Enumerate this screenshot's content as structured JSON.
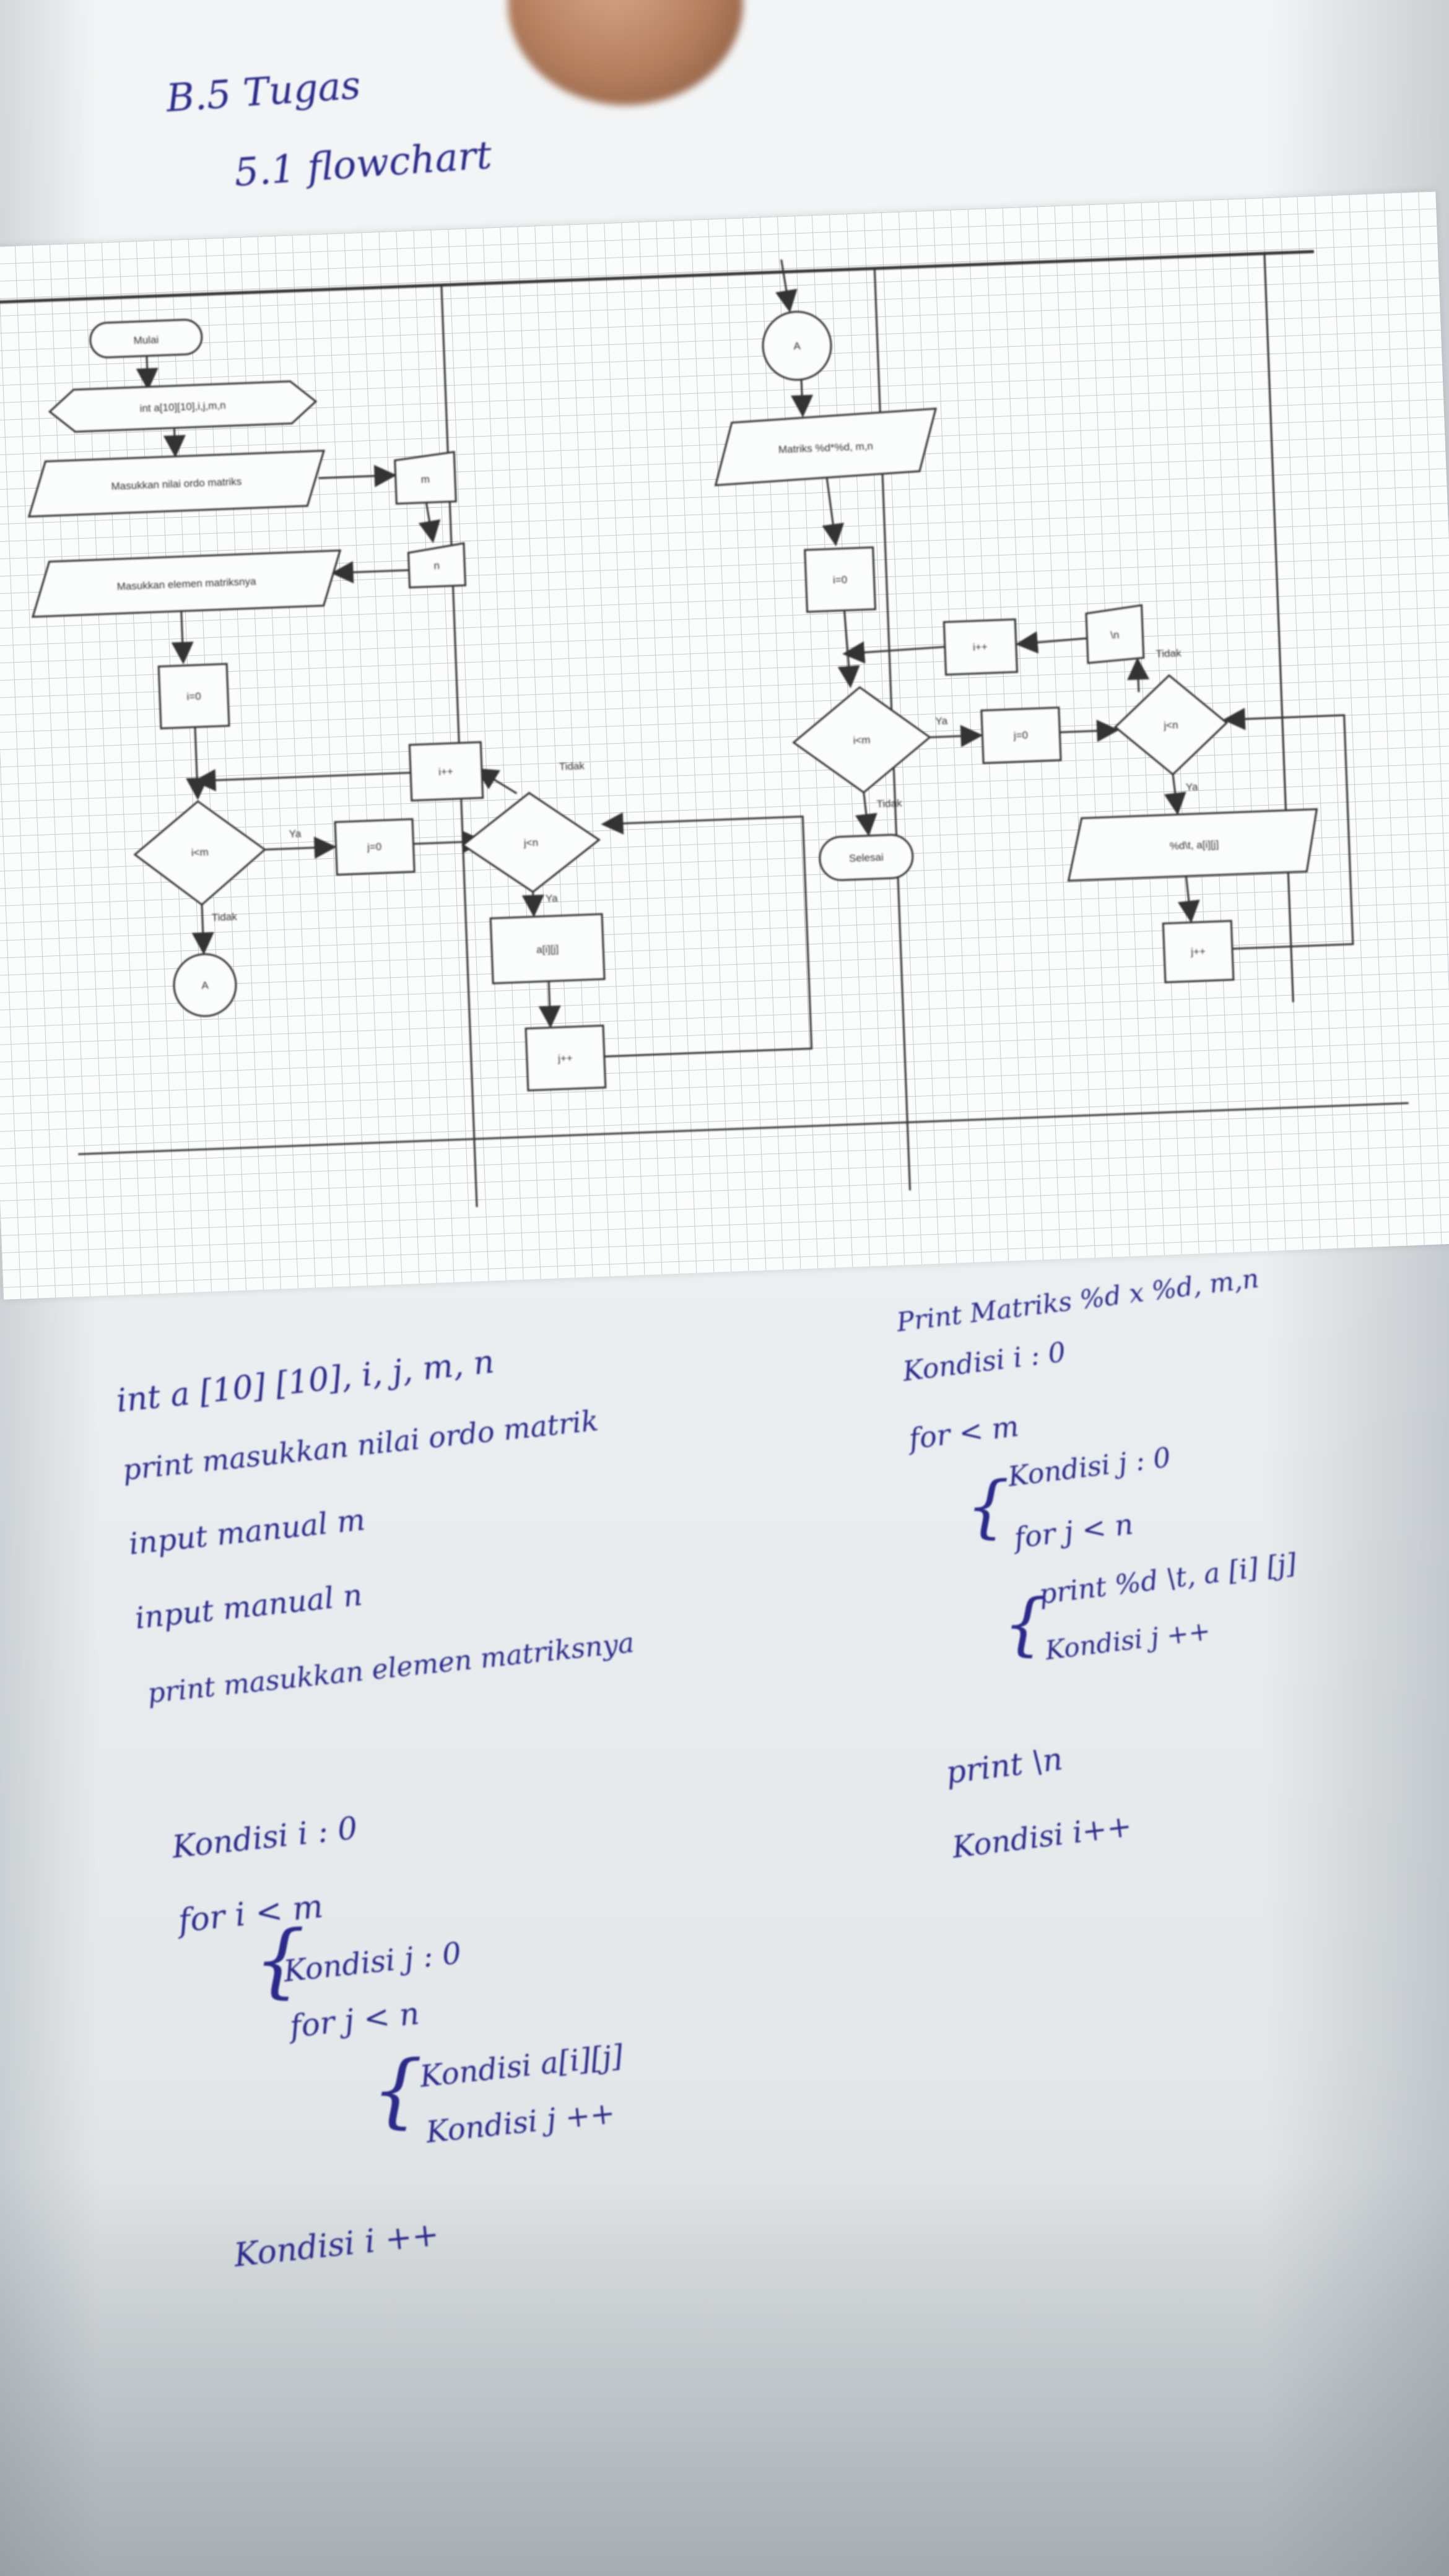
{
  "header": {
    "line1": "B.5  Tugas",
    "line2": "5.1  flowchart"
  },
  "flowchart": {
    "start": "Mulai",
    "declare": "int a[10][10],i,j,m,n",
    "prompt_order": "Masukkan nilai ordo matriks",
    "input_m": "m",
    "input_n": "n",
    "prompt_elements": "Masukkan elemen matriksnya",
    "init_i": "i=0",
    "cond_i": "i<m",
    "yes": "Ya",
    "no": "Tidak",
    "connector": "A",
    "init_j": "j=0",
    "cond_j": "j<n",
    "input_aij": "a[i][j]",
    "inc_j": "j++",
    "inc_i": "i++",
    "print_matrix": "Matriks %d*%d, m,n",
    "print_aij": "%d\\t, a[i][j]",
    "print_newline": "\\n",
    "end": "Selesai"
  },
  "notes_left": {
    "lines": [
      "int a [10] [10], i, j, m, n",
      "print masukkan nilai ordo matrik",
      "input manual m",
      "input manual n",
      "print masukkan elemen matriksnya"
    ],
    "loop": {
      "init_i": "Kondisi  i : 0",
      "for_i": "for  i < m",
      "init_j": "Kondisi  j : 0",
      "for_j": "for    j < n",
      "body1": "Kondisi  a[i][j]",
      "body2": "Kondisi  j ++",
      "inc_i": "Kondisi  i ++"
    }
  },
  "notes_right": {
    "lines": [
      "Print Matriks %d x %d, m,n",
      "Kondisi  i : 0",
      "for  < m",
      "Kondisi  j : 0",
      "for    j < n",
      "print %d \\t, a [i] [j]",
      "Kondisi  j ++",
      "print \\n",
      "Kondisi  i++"
    ]
  }
}
